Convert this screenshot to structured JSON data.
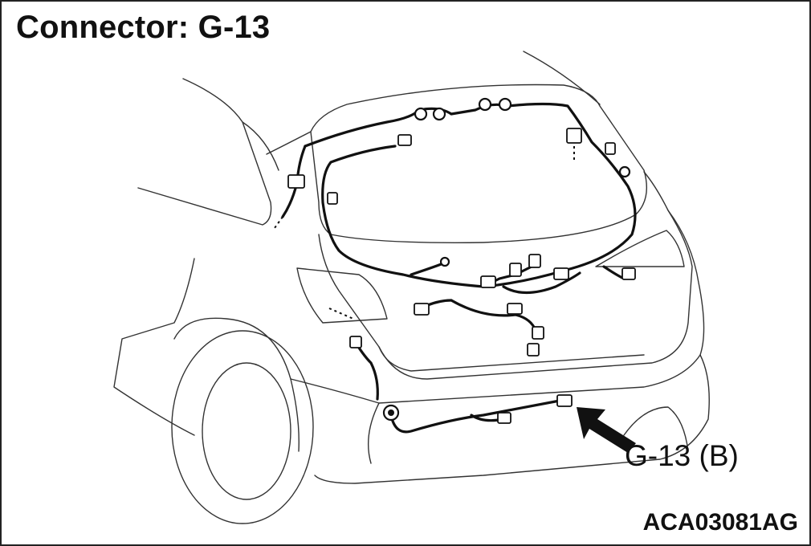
{
  "title": "Connector: G-13",
  "callout_label": "G-13 (B)",
  "figure_id": "ACA03081AG",
  "colors": {
    "line": "#222222",
    "harness": "#111111",
    "background": "#ffffff"
  }
}
